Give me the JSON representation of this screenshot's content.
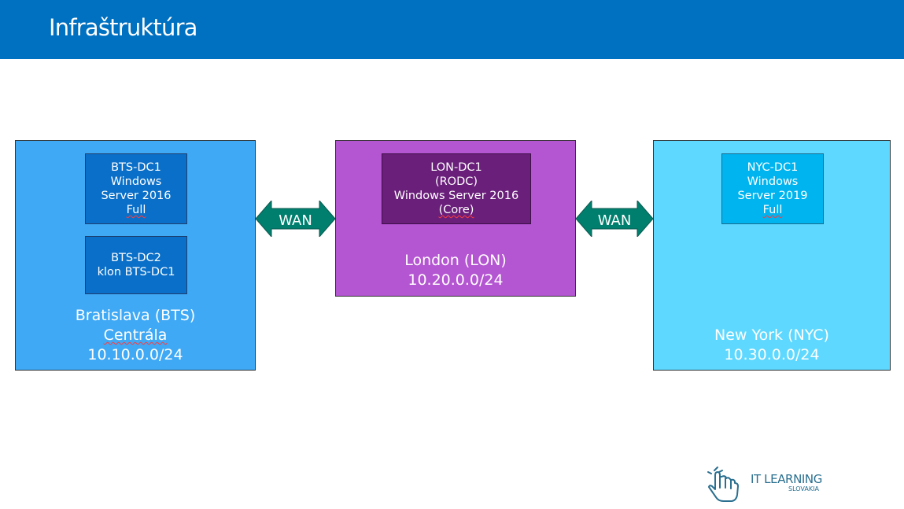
{
  "header": {
    "title": "Infraštruktúra",
    "background": "#0070c0"
  },
  "sites": {
    "bts": {
      "color": "#3fa9f5",
      "name": "Bratislava (BTS)",
      "role": "Centrála",
      "subnet": "10.10.0.0/24",
      "servers": [
        {
          "lines": [
            "BTS-DC1",
            "Windows",
            "Server 2016",
            "Full"
          ]
        },
        {
          "lines": [
            "BTS-DC2",
            "klon BTS-DC1"
          ]
        }
      ]
    },
    "lon": {
      "color": "#b455d1",
      "name": "London (LON)",
      "subnet": "10.20.0.0/24",
      "servers": [
        {
          "lines": [
            "LON-DC1",
            "(RODC)",
            "Windows Server 2016",
            "(Core)"
          ]
        }
      ]
    },
    "nyc": {
      "color": "#5ed8ff",
      "name": "New York (NYC)",
      "subnet": "10.30.0.0/24",
      "servers": [
        {
          "lines": [
            "NYC-DC1",
            "Windows",
            "Server 2019",
            "Full"
          ]
        }
      ]
    }
  },
  "links": [
    {
      "label": "WAN",
      "color": "#007f6e"
    },
    {
      "label": "WAN",
      "color": "#007f6e"
    }
  ],
  "logo": {
    "text_main": "IT LEARNING",
    "text_sub": "SLOVAKIA",
    "icon": "pointer-hand-icon"
  }
}
